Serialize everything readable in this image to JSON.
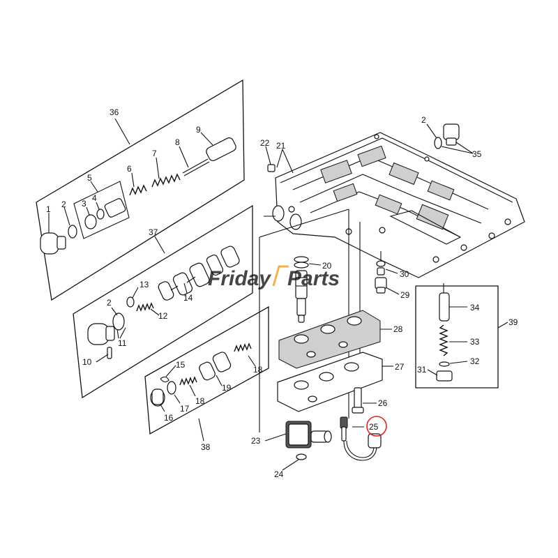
{
  "diagram": {
    "labels": {
      "l1": "1",
      "l2a": "2",
      "l2b": "2",
      "l2c": "2",
      "l3": "3",
      "l4": "4",
      "l5": "5",
      "l6": "6",
      "l7": "7",
      "l8": "8",
      "l9": "9",
      "l10": "10",
      "l11": "11",
      "l12": "12",
      "l13": "13",
      "l14": "14",
      "l15": "15",
      "l16": "16",
      "l17": "17",
      "l18a": "18",
      "l18b": "18",
      "l19": "19",
      "l20": "20",
      "l21": "21",
      "l22": "22",
      "l23": "23",
      "l24": "24",
      "l25": "25",
      "l26": "26",
      "l27": "27",
      "l28": "28",
      "l29": "29",
      "l30": "30",
      "l31": "31",
      "l32": "32",
      "l33": "33",
      "l34": "34",
      "l35": "35",
      "l36": "36",
      "l37": "37",
      "l38": "38",
      "l39": "39"
    },
    "highlighted_label": "25",
    "highlight_color": "#e02020"
  },
  "watermark": {
    "part1": "Friday",
    "part2": "Parts",
    "color_main": "#1f63c2",
    "color_accent": "#f59a1b"
  }
}
